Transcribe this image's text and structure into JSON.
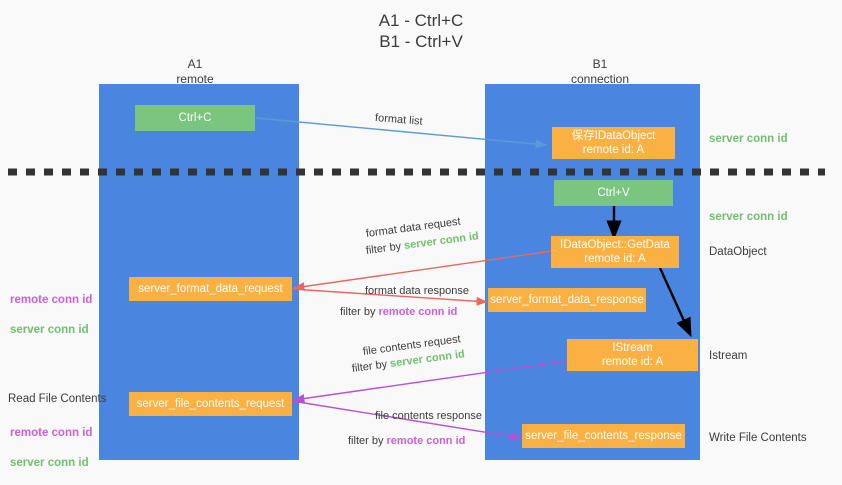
{
  "title": "A1 - Ctrl+C\nB1 - Ctrl+V",
  "colors": {
    "lane": "#4a86e0",
    "green_node": "#7ac57f",
    "orange_node": "#fbb042",
    "server_conn_id": "#71bf6e",
    "remote_conn_id": "#cc5fd8",
    "blue_arrow": "#5b9bd5",
    "red_arrow": "#e8685f",
    "magenta_arrow": "#b94fd4",
    "black_arrow": "#000000",
    "background": "#f9f9f9"
  },
  "columns": {
    "left": {
      "name": "A1",
      "role": "remote",
      "header": "A1\nremote"
    },
    "right": {
      "name": "B1",
      "role": "connection",
      "header": "B1\nconnection"
    }
  },
  "nodes": {
    "ctrl_c": "Ctrl+C",
    "save_idataobject": "保存IDataObject\nremote id: A",
    "ctrl_v": "Ctrl+V",
    "getdata": "IDataObject::GetData\nremote id: A",
    "server_format_data_request": "server_format_data_request",
    "server_format_data_response": "server_format_data_response",
    "istream": "IStream\nremote id: A",
    "server_file_contents_request": "server_file_contents_request",
    "server_file_contents_response": "server_file_contents_response"
  },
  "right_labels": {
    "server_conn_id_top": "server conn id",
    "server_conn_id_mid": "server conn id",
    "dataobject": "DataObject",
    "istream": "Istream",
    "write_file_contents": "Write File Contents"
  },
  "left_labels": {
    "conn_ids_format": {
      "remote": "remote conn id",
      "server": "server conn id"
    },
    "read_file_contents": "Read File Contents",
    "conn_ids_file": {
      "remote": "remote conn id",
      "server": "server conn id"
    }
  },
  "edges": {
    "format_list": "format list",
    "format_data_request": "format data request",
    "format_data_request_filter_prefix": "filter by ",
    "format_data_request_filter_value": "server conn id",
    "format_data_response": "format data response",
    "format_data_response_filter_prefix": "filter by ",
    "format_data_response_filter_value": "remote conn id",
    "file_contents_request": "file contents request",
    "file_contents_request_filter_prefix": "filter by ",
    "file_contents_request_filter_value": "server conn id",
    "file_contents_response": "file contents response",
    "file_contents_response_filter_prefix": "filter by ",
    "file_contents_response_filter_value": "remote conn id"
  }
}
